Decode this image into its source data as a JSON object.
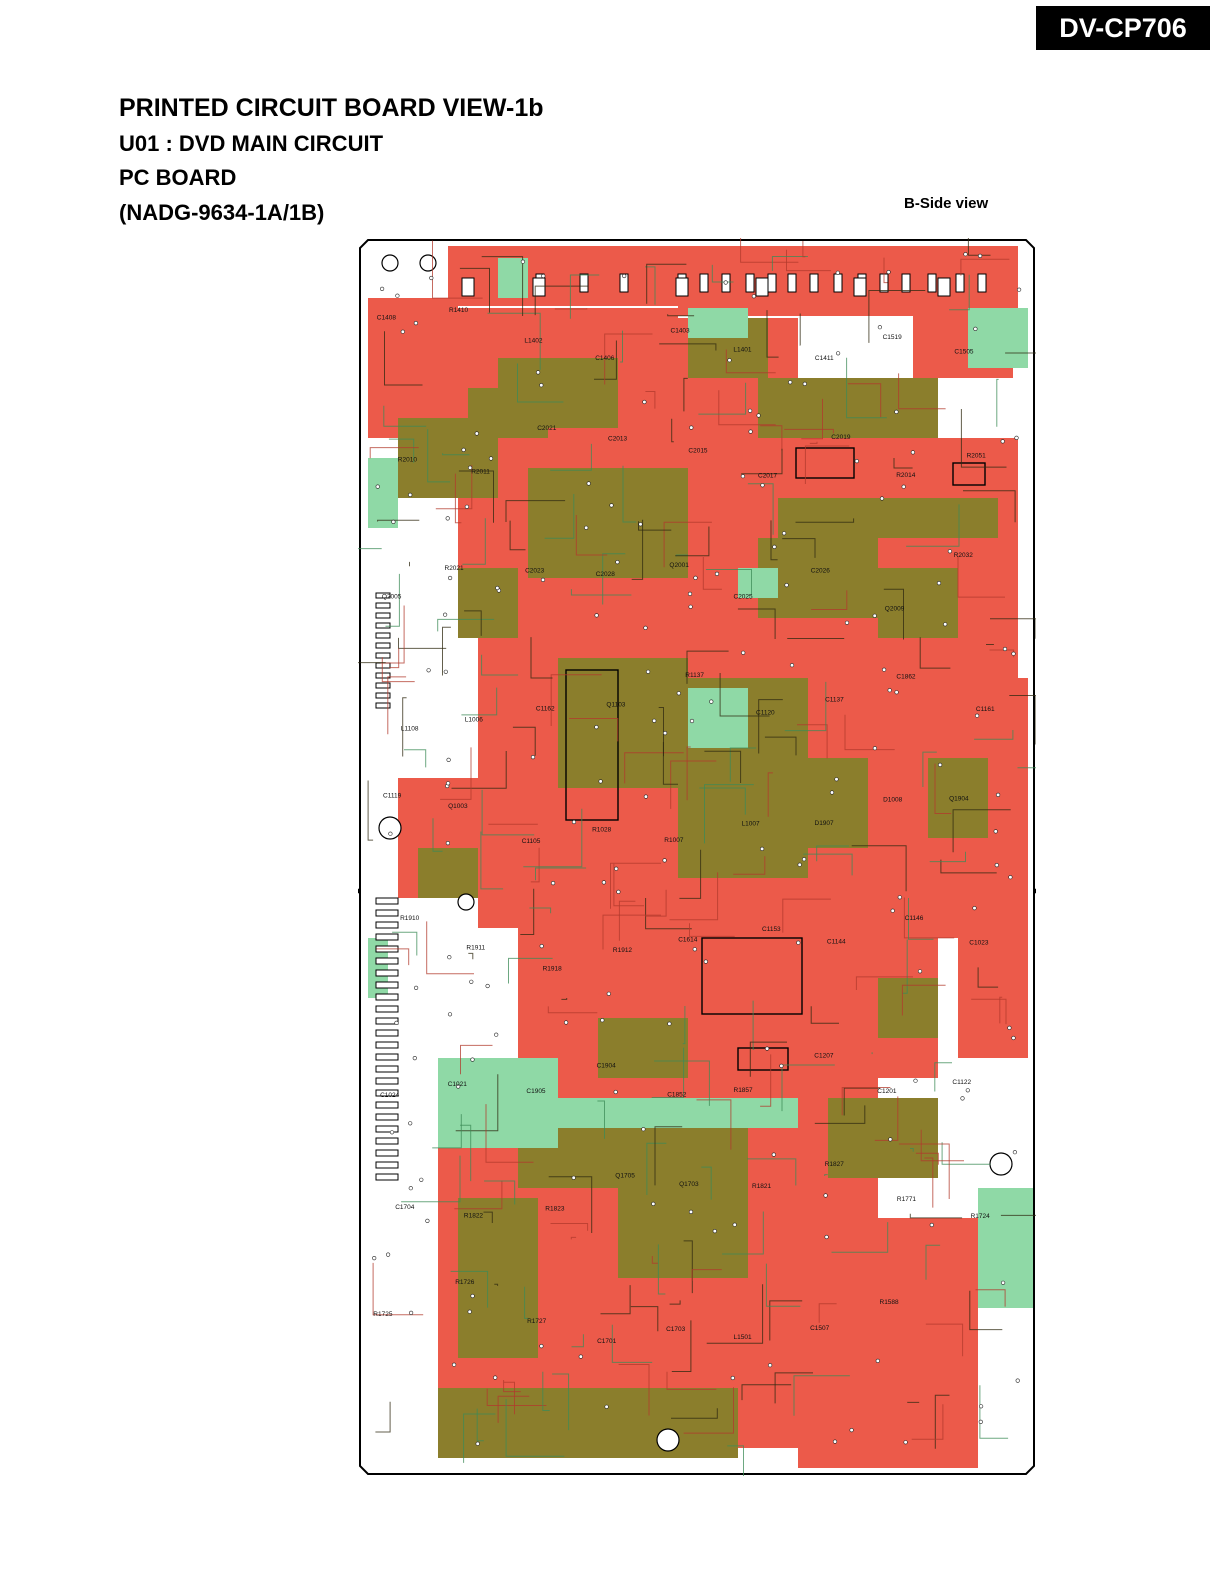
{
  "header": {
    "model": "DV-CP706",
    "title_line1": "PRINTED CIRCUIT BOARD VIEW-1b",
    "title_line2": "U01 : DVD MAIN CIRCUIT",
    "title_line3": "PC BOARD",
    "title_line4": "(NADG-9634-1A/1B)",
    "view_label": "B-Side view"
  },
  "board": {
    "colors": {
      "red_copper": "#ec5a4a",
      "olive_copper": "#8b7e2c",
      "green_copper": "#8fd9a6",
      "outline": "#000000"
    },
    "component_labels": [
      "C1408",
      "R1410",
      "L1402",
      "C1406",
      "C1403",
      "L1401",
      "C1411",
      "C1519",
      "C1505",
      "R2010",
      "R2011",
      "C2021",
      "C2013",
      "C2015",
      "C2017",
      "C2019",
      "R2014",
      "R2051",
      "Q2005",
      "R2021",
      "C2023",
      "C2028",
      "Q2001",
      "C2025",
      "C2026",
      "Q2009",
      "R2032",
      "L1108",
      "L1006",
      "C1162",
      "Q1103",
      "R1137",
      "C1120",
      "C1137",
      "C1862",
      "C1161",
      "C1119",
      "Q1003",
      "C1105",
      "R1028",
      "R1007",
      "L1007",
      "D1907",
      "D1008",
      "Q1904",
      "R1910",
      "R1911",
      "R1918",
      "R1912",
      "C1614",
      "C1153",
      "C1144",
      "C1146",
      "C1023",
      "C1024",
      "C1021",
      "C1905",
      "C1904",
      "C1852",
      "R1857",
      "C1207",
      "C1201",
      "C1122",
      "C1704",
      "R1822",
      "R1823",
      "Q1705",
      "Q1703",
      "R1821",
      "R1827",
      "R1771",
      "R1724",
      "R1725",
      "R1726",
      "R1727",
      "C1701",
      "C1703",
      "L1501",
      "C1507",
      "R1588"
    ]
  }
}
